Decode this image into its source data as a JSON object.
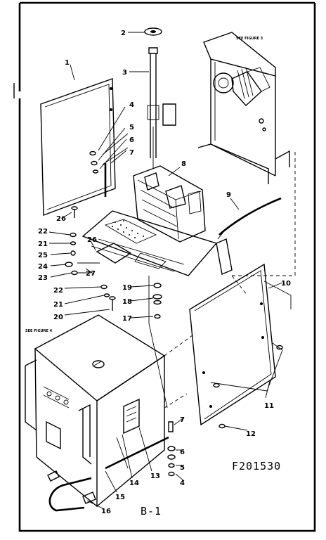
{
  "diagram": {
    "part_numbers": [
      "1",
      "2",
      "3",
      "4",
      "5",
      "6",
      "7",
      "8",
      "9",
      "10",
      "11",
      "12",
      "13",
      "14",
      "15",
      "16",
      "17",
      "18",
      "19",
      "20",
      "21",
      "22",
      "23",
      "24",
      "25",
      "26",
      "27"
    ],
    "labels": {
      "p2": "2",
      "p3": "3",
      "p1": "1",
      "p4a": "4",
      "p5a": "5",
      "p6a": "6",
      "p7a": "7",
      "p8": "8",
      "p9": "9",
      "p26a": "26",
      "p22a": "22",
      "p21a": "21",
      "p25": "25",
      "p26b": "26",
      "p24": "24",
      "p23": "23",
      "p27": "27",
      "p22b": "22",
      "p21b": "21",
      "p20": "20",
      "p19": "19",
      "p18": "18",
      "p17": "17",
      "p10": "10",
      "p11": "11",
      "p12": "12",
      "p7b": "7",
      "p6b": "6",
      "p5b": "5",
      "p4b": "4",
      "p13": "13",
      "p14": "14",
      "p15": "15",
      "p16": "16"
    },
    "see_figure_3": "SEE FIGURE 3",
    "see_figure_4": "SEE FIGURE 4",
    "figure_code": "F201530",
    "figure_id": "B-1"
  }
}
